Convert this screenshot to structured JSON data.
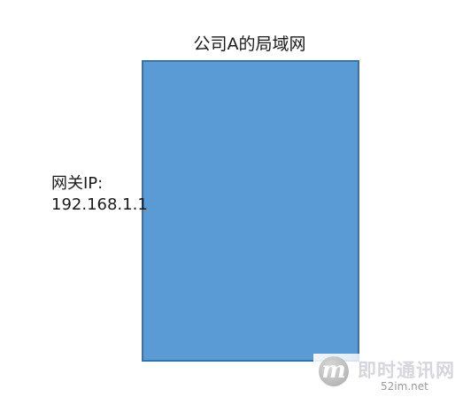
{
  "diagram": {
    "title": "公司A的局域网",
    "gateway_label": "网关IP:",
    "gateway_ip": "192.168.1.1",
    "box_fill_color": "#5b9bd5",
    "box_border_color": "#41719c"
  },
  "watermark": {
    "logo_letter": "m",
    "site_name": "即时通讯网",
    "site_url": "52im.net"
  }
}
